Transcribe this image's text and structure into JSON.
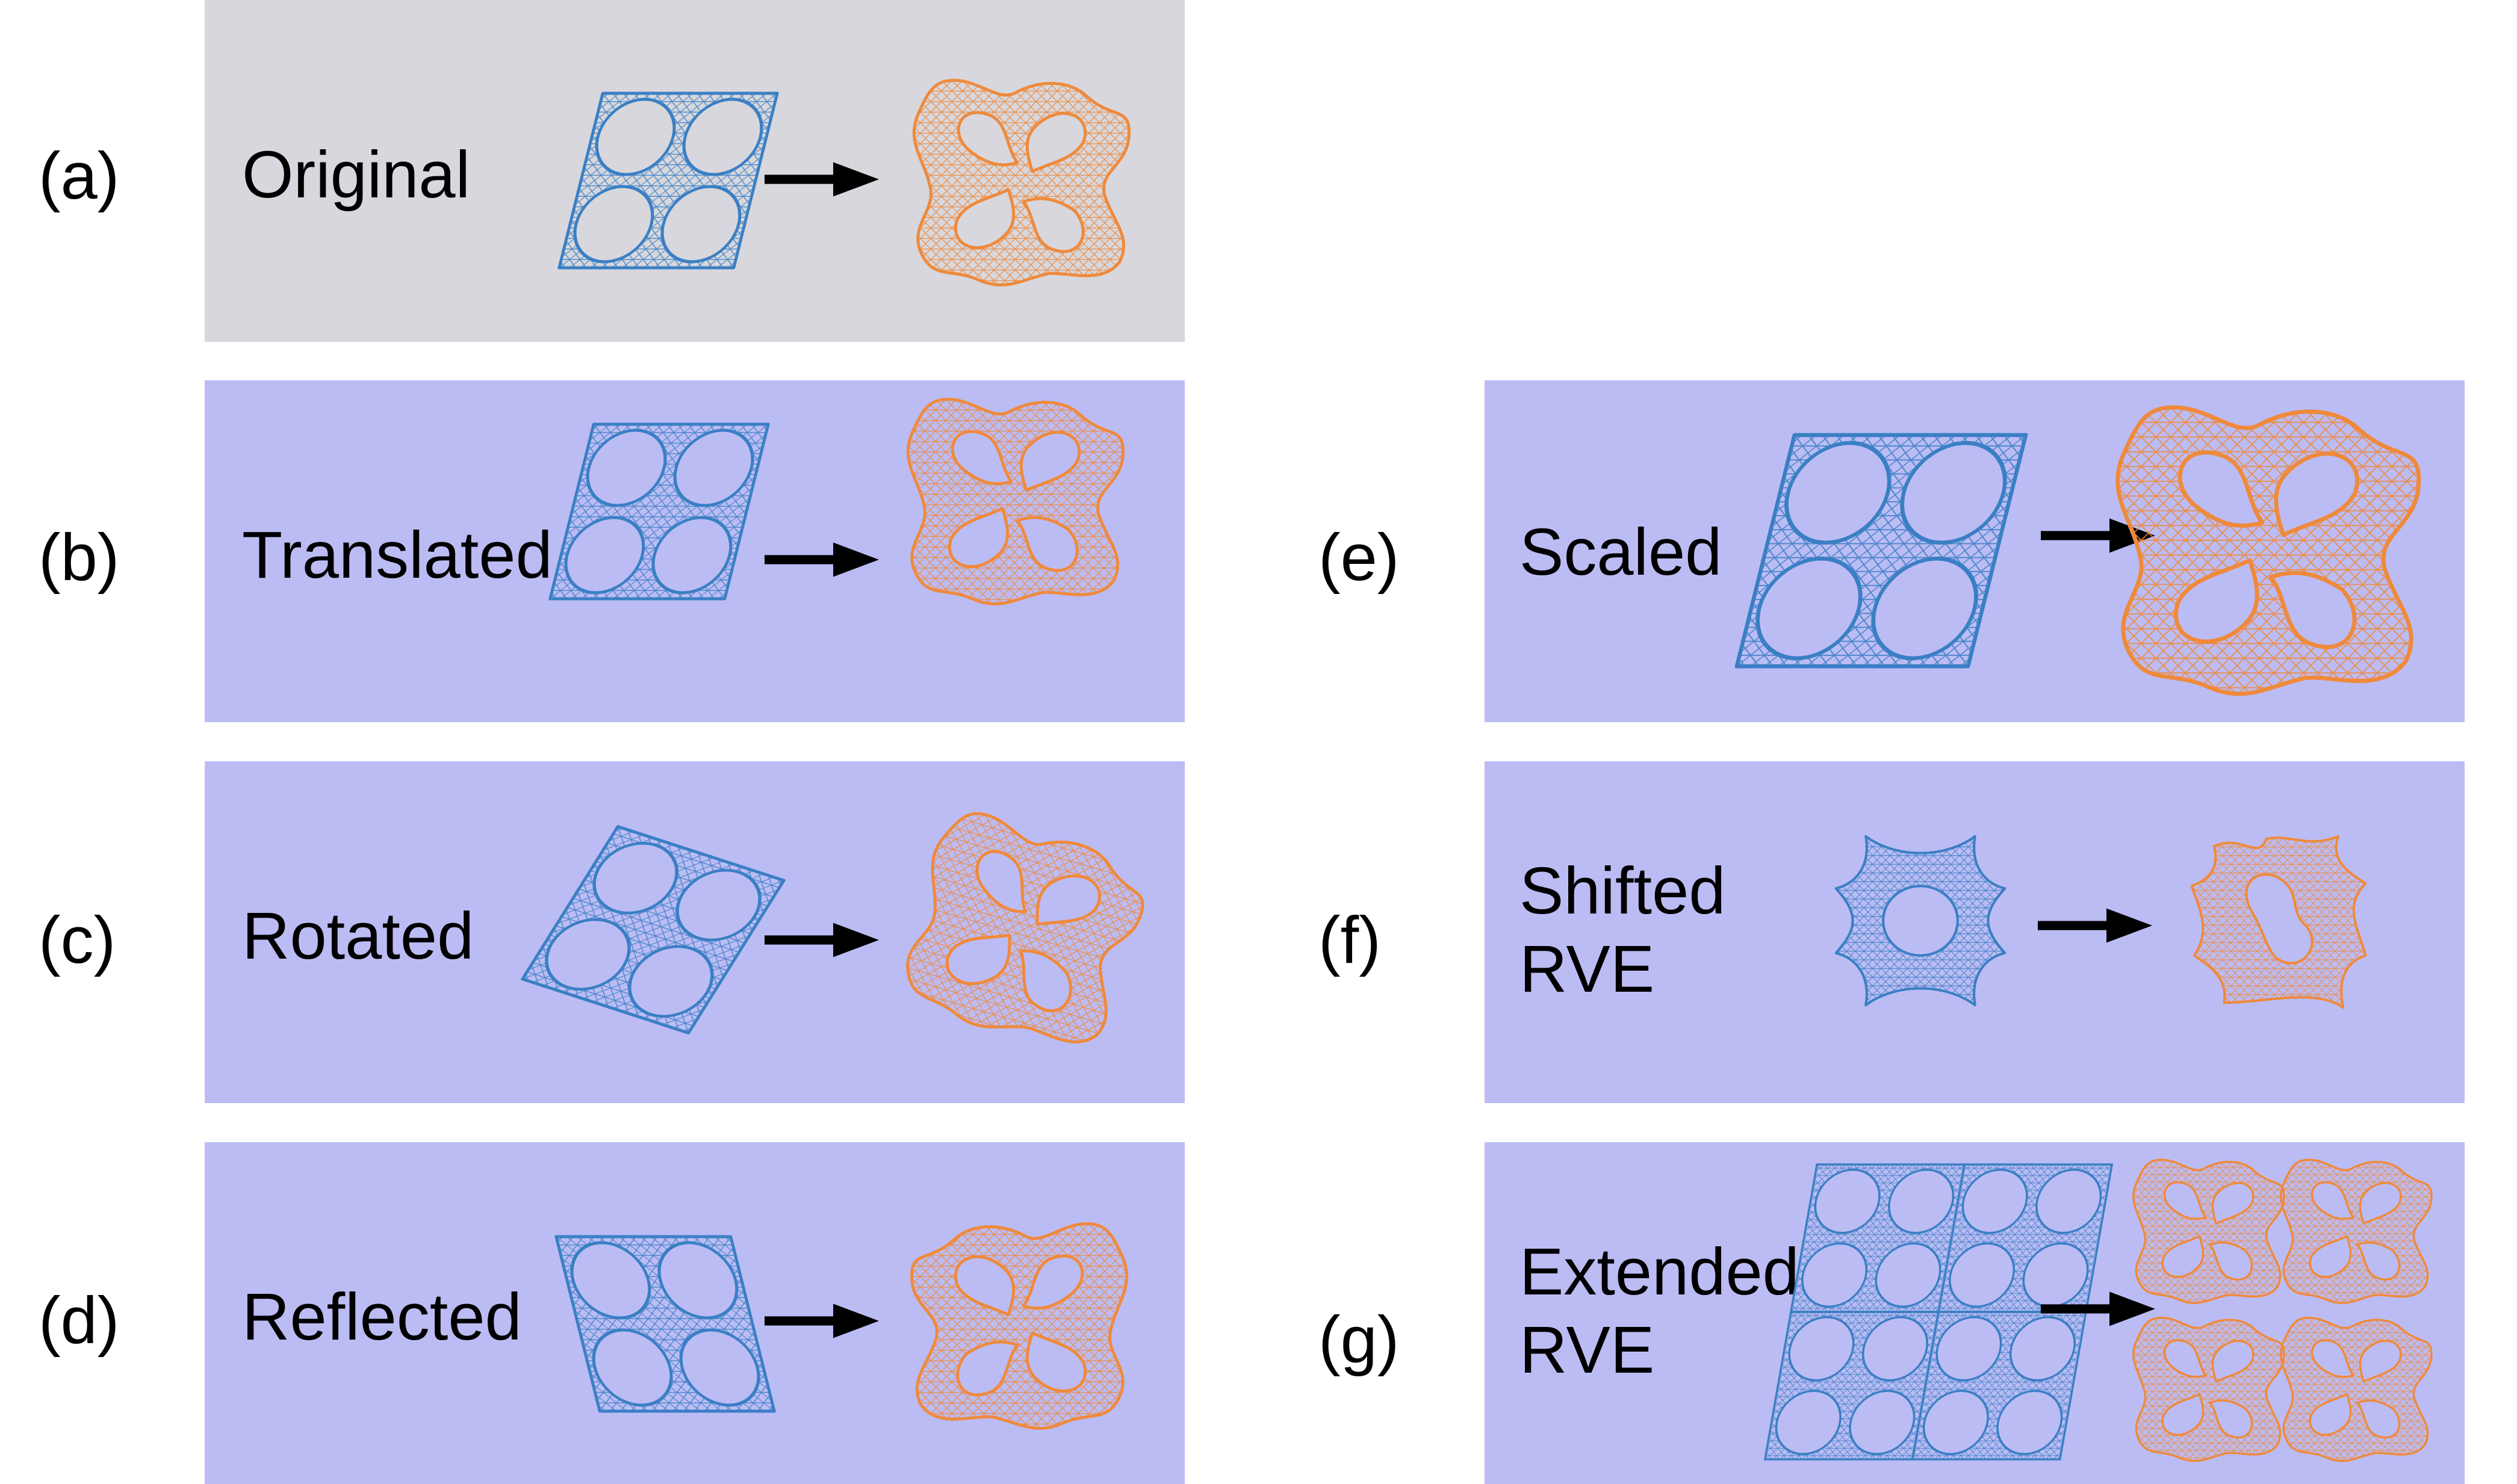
{
  "colors": {
    "original_panel_bg": "#d7d7dd",
    "variant_panel_bg": "#bcbcf4",
    "undeformed_mesh": "#3a7fc4",
    "deformed_mesh": "#ef8a3c",
    "arrow": "#000000"
  },
  "panels": [
    {
      "id": "a",
      "tag": "(a)",
      "label_lines": [
        "Original"
      ]
    },
    {
      "id": "b",
      "tag": "(b)",
      "label_lines": [
        "Translated"
      ]
    },
    {
      "id": "c",
      "tag": "(c)",
      "label_lines": [
        "Rotated"
      ]
    },
    {
      "id": "d",
      "tag": "(d)",
      "label_lines": [
        "Reflected"
      ]
    },
    {
      "id": "e",
      "tag": "(e)",
      "label_lines": [
        "Scaled"
      ]
    },
    {
      "id": "f",
      "tag": "(f)",
      "label_lines": [
        "Shifted",
        "RVE"
      ]
    },
    {
      "id": "g",
      "tag": "(g)",
      "label_lines": [
        "Extended",
        "RVE"
      ]
    }
  ]
}
